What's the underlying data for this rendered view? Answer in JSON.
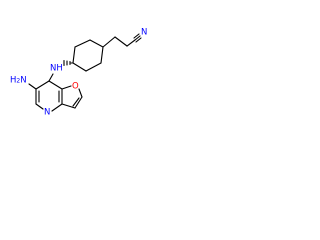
{
  "molecule": {
    "labels": {
      "nitrile_N": "N",
      "amine_NH": "NH",
      "amino_H": "H",
      "amino_sub": "2",
      "amino_N": "N",
      "furan_O": "O",
      "pyridine_N": "N"
    },
    "colors": {
      "bond": "#000000",
      "nitrogen": "#0000ff",
      "oxygen": "#ff0000"
    }
  }
}
